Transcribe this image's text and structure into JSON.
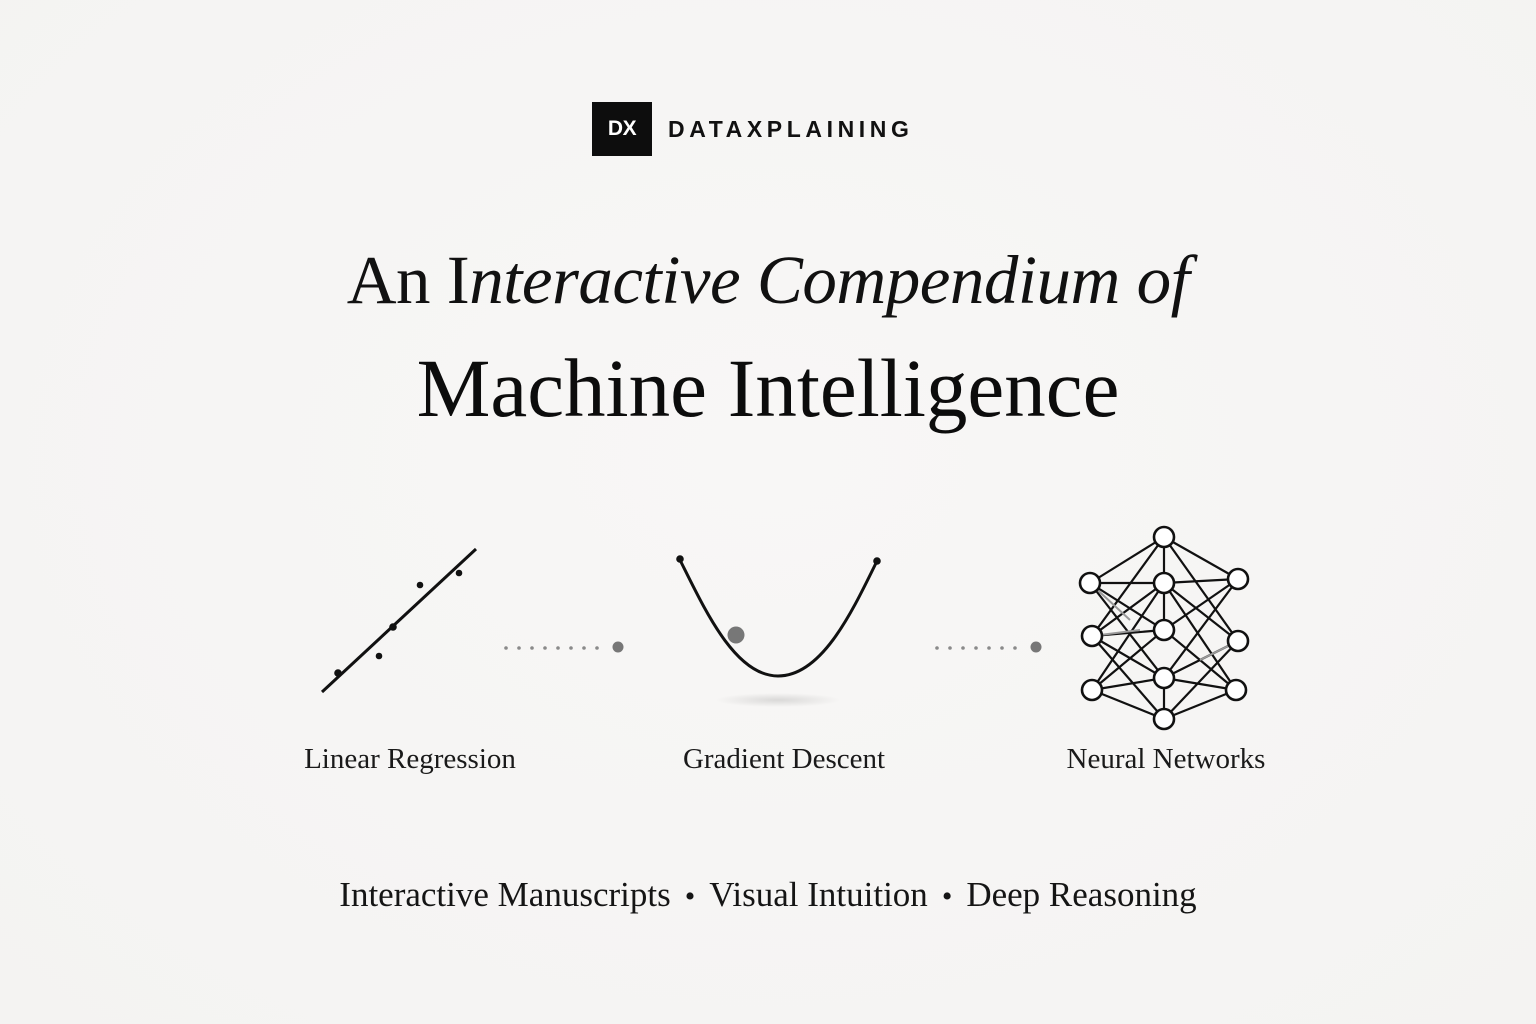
{
  "brand": {
    "mark": "DX",
    "name": "DATAXPLAINING"
  },
  "headline": {
    "line1_prefix": "An I",
    "line1_italic": "nteractive Compendium of",
    "line2": "Machine Intelligence"
  },
  "figures": [
    {
      "icon": "linear-regression-icon",
      "label": "Linear Regression"
    },
    {
      "icon": "gradient-descent-icon",
      "label": "Gradient Descent"
    },
    {
      "icon": "neural-network-icon",
      "label": "Neural Networks"
    }
  ],
  "tagline": {
    "items": [
      "Interactive Manuscripts",
      "Visual Intuition",
      "Deep Reasoning"
    ],
    "separator": "•"
  },
  "colors": {
    "background": "#f6f5f4",
    "ink": "#111111",
    "accent_gray": "#777777"
  }
}
